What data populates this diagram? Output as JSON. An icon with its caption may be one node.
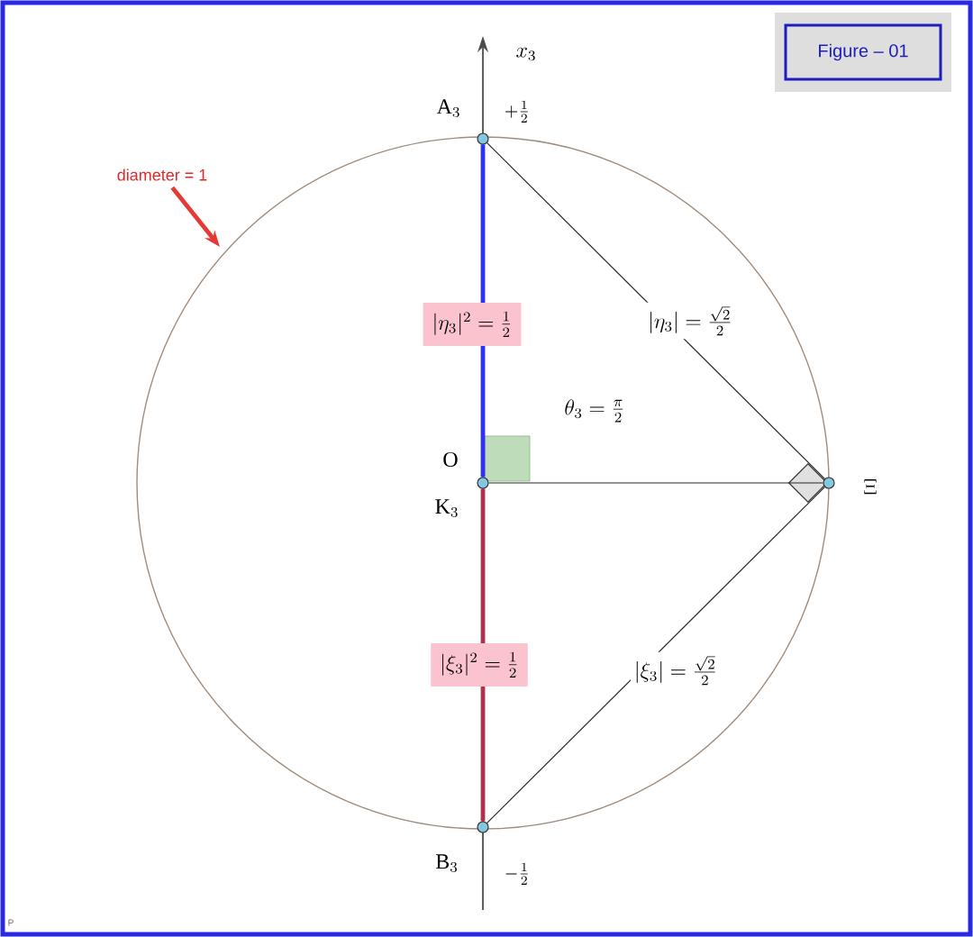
{
  "diagram": {
    "nodes": [
      {
        "text": [
          "Figure – 01"
        ]
      },
      {
        "text": [
          "diameter = 1"
        ]
      },
      {
        "text": [
          "\\mathrm{A}_3"
        ],
        "beside": [
          "+\\frac{1}{2}"
        ]
      },
      {
        "text": [
          "\\mathrm{O}",
          "\\mathrm{K}_3"
        ]
      },
      {
        "text": [
          "\\Xi"
        ]
      },
      {
        "text": [
          "\\mathrm{B}_3"
        ],
        "beside": [
          "-\\frac{1}{2}"
        ]
      }
    ],
    "edges": [
      {
        "from": 1,
        "to": null,
        "arrow": "to",
        "color": "#e53935",
        "style": "thick"
      },
      {
        "from": 2,
        "to": 3,
        "arrow": "none",
        "label": "|\\eta_3|^2 = \\frac{1}{2}",
        "color": "#3030f0",
        "style": "thick"
      },
      {
        "from": 3,
        "to": 5,
        "arrow": "none",
        "label": "|\\xi_3|^2 = \\frac{1}{2}",
        "color": "#b03050",
        "style": "thick"
      },
      {
        "from": 2,
        "to": 4,
        "arrow": "none",
        "label": "|\\eta_3| = \\frac{\\sqrt{2}}{2}"
      },
      {
        "from": 3,
        "to": 4,
        "arrow": "none"
      },
      {
        "from": 5,
        "to": 4,
        "arrow": "none",
        "label": "|\\xi_3| = \\frac{\\sqrt{2}}{2}"
      }
    ],
    "labels": [
      "x_3",
      "\\theta_3 = \\frac{\\pi}{2}",
      "P"
    ]
  }
}
